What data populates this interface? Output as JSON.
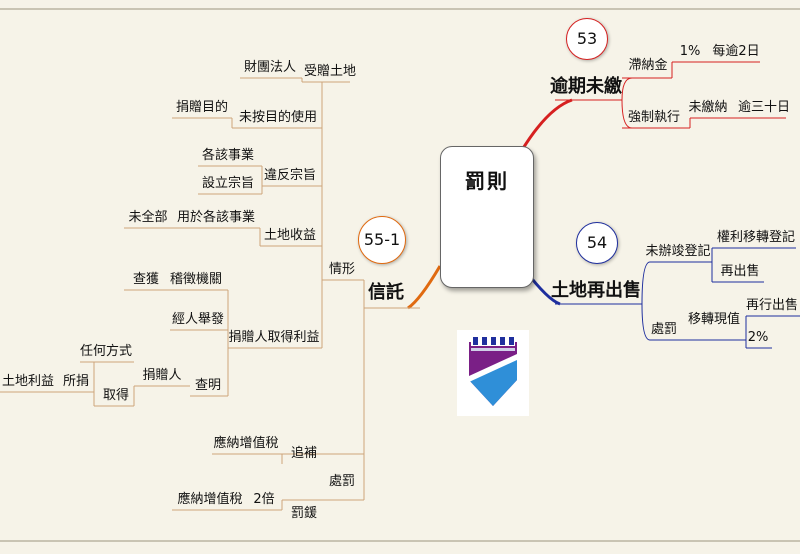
{
  "root": {
    "label": "罰則"
  },
  "bubbles": {
    "b53": "53",
    "b54": "54",
    "b55": "55-1"
  },
  "branches": {
    "overdue": {
      "label": "逾期未繳",
      "late_fee": {
        "label": "滯納金",
        "pct": "1%",
        "per": "每逾2日"
      },
      "enforce": {
        "label": "強制執行",
        "unpaid": "未繳納",
        "days": "逾三十日"
      }
    },
    "resale": {
      "label": "土地再出售",
      "unfinished": {
        "label": "未辦竣登記",
        "transfer": "權利移轉登記",
        "resell": "再出售"
      },
      "penalty": {
        "label": "處罰",
        "move": "移轉現值",
        "resale2": "再行出售",
        "pct": "2%"
      }
    },
    "trust": {
      "label": "信託",
      "cases": "情形",
      "donated_land": "受贈土地",
      "foundation": "財團法人",
      "unused": "未按目的使用",
      "donation_purpose": "捐贈目的",
      "violate": "違反宗旨",
      "each_business": "各該事業",
      "setup_purpose": "設立宗旨",
      "land_income": "土地收益",
      "use_for": "用於各該事業",
      "not_all": "未全部",
      "donor_profit": "捐贈人取得利益",
      "audit": "稽徵機關",
      "found": "查獲",
      "reported": "經人舉發",
      "verified": "查明",
      "donor": "捐贈人",
      "any_way": "任何方式",
      "donated_by": "所捐",
      "obtain": "取得",
      "land_profit": "土地利益",
      "punish": "處罰",
      "recover": "追補",
      "vat_due1": "應納增值稅",
      "fine": "罰鍰",
      "times2": "2倍",
      "vat_due2": "應納增值稅"
    }
  },
  "colors": {
    "red": "#d62020",
    "blue": "#1f2f9e",
    "orange": "#e06a10",
    "tan": "#cda47a"
  }
}
